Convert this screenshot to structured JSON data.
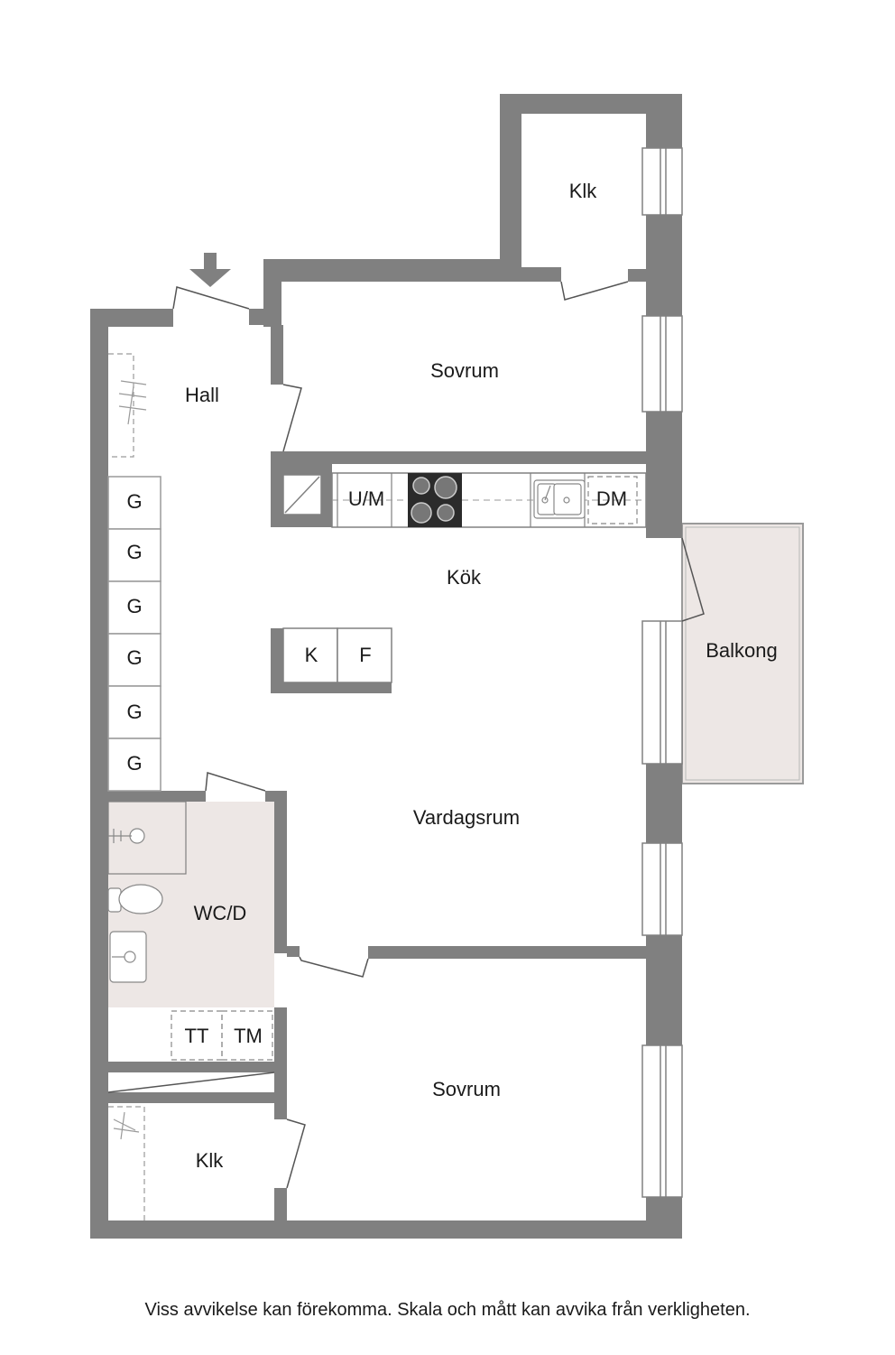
{
  "rooms": {
    "closet_top": "Klk",
    "bedroom_top": "Sovrum",
    "hall": "Hall",
    "kitchen": "Kök",
    "balcony": "Balkong",
    "living_room": "Vardagsrum",
    "bathroom": "WC/D",
    "bedroom_bottom": "Sovrum",
    "closet_bottom": "Klk"
  },
  "fixtures": {
    "wardrobe": "G",
    "washer_dryer": "U/M",
    "dishwasher": "DM",
    "fridge": "K",
    "freezer": "F",
    "tumble_dryer": "TT",
    "washing_machine": "TM"
  },
  "colors": {
    "wall": "#808080",
    "wet_room_floor": "#ede7e5",
    "balcony_floor": "#ede7e5"
  },
  "footer": {
    "disclaimer": "Viss avvikelse kan förekomma. Skala och mått kan avvika från verkligheten."
  }
}
